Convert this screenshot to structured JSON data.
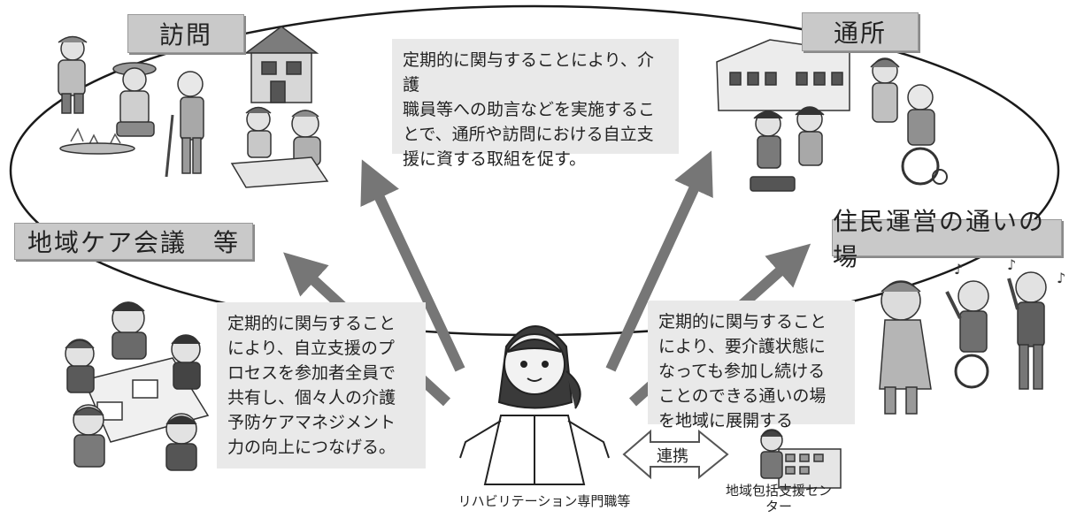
{
  "labels": {
    "houmon": "訪問",
    "tsusho": "通所",
    "chiiki_care": "地域ケア会議　等",
    "jumin": "住民運営の通いの場"
  },
  "texts": {
    "top": [
      "定期的に関与することにより、介護",
      "職員等への助言などを実施するこ",
      "とで、通所や訪問における自立支",
      "援に資する取組を促す。"
    ],
    "left": [
      "定期的に関与すること",
      "により、自立支援のプ",
      "ロセスを参加者全員で",
      "共有し、個々人の介護",
      "予防ケアマネジメント",
      "力の向上につなげる。"
    ],
    "right": [
      "定期的に関与すること",
      "により、要介護状態に",
      "なっても参加し続ける",
      "ことのできる通いの場",
      "を地域に展開する"
    ]
  },
  "captions": {
    "rehab": "リハビリテーション専門職等",
    "center_line1": "地域包括支援セン",
    "center_line2": "ター",
    "renkei": "連携"
  },
  "colors": {
    "arrow": "#767676",
    "label_bg": "#c9c9c9",
    "text_bg": "#e9e9e9"
  }
}
